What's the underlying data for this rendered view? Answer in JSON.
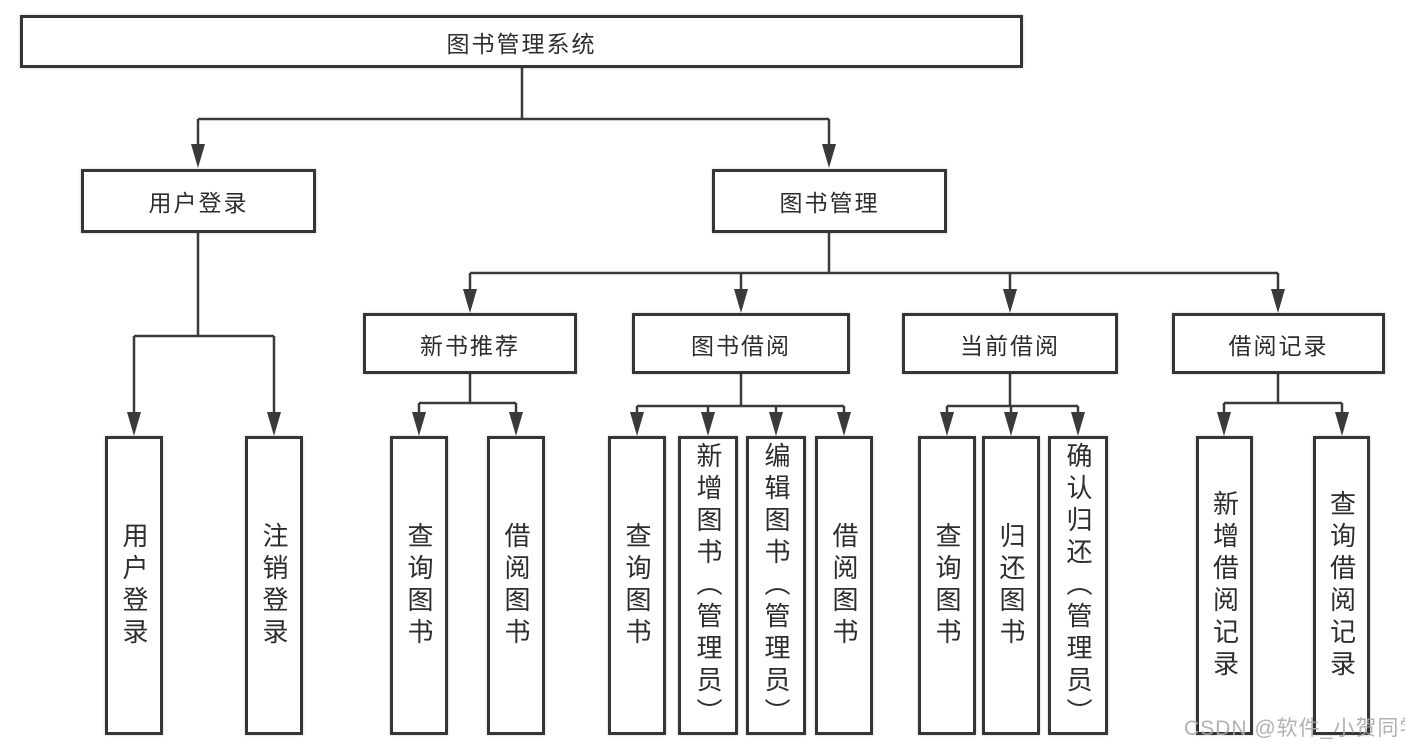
{
  "diagram": {
    "title": "图书管理系统",
    "type": "hierarchy-tree"
  },
  "nodes": {
    "root": {
      "label": "图书管理系统"
    },
    "level2": [
      {
        "label": "用户登录",
        "parent": "图书管理系统"
      },
      {
        "label": "图书管理",
        "parent": "图书管理系统"
      }
    ],
    "level3": [
      {
        "label": "新书推荐",
        "parent": "图书管理"
      },
      {
        "label": "图书借阅",
        "parent": "图书管理"
      },
      {
        "label": "当前借阅",
        "parent": "图书管理"
      },
      {
        "label": "借阅记录",
        "parent": "图书管理"
      }
    ],
    "leaves": [
      {
        "label": "用户登录",
        "parent": "用户登录"
      },
      {
        "label": "注销登录",
        "parent": "用户登录"
      },
      {
        "label": "查询图书",
        "parent": "新书推荐"
      },
      {
        "label": "借阅图书",
        "parent": "新书推荐"
      },
      {
        "label": "查询图书",
        "parent": "图书借阅"
      },
      {
        "label": "新增图书（管理员）",
        "parent": "图书借阅"
      },
      {
        "label": "编辑图书（管理员）",
        "parent": "图书借阅"
      },
      {
        "label": "借阅图书",
        "parent": "图书借阅"
      },
      {
        "label": "查询图书",
        "parent": "当前借阅"
      },
      {
        "label": "归还图书",
        "parent": "当前借阅"
      },
      {
        "label": "确认归还（管理员）",
        "parent": "当前借阅"
      },
      {
        "label": "新增借阅记录",
        "parent": "借阅记录"
      },
      {
        "label": "查询借阅记录",
        "parent": "借阅记录"
      }
    ]
  },
  "watermark": {
    "text": "CSDN @软件_小贺同学"
  },
  "colors": {
    "background": "#ffffff",
    "line": "#3a3a3a",
    "box_border": "#353535",
    "text": "#2d2d2d",
    "watermark": "#aaaaaa"
  }
}
